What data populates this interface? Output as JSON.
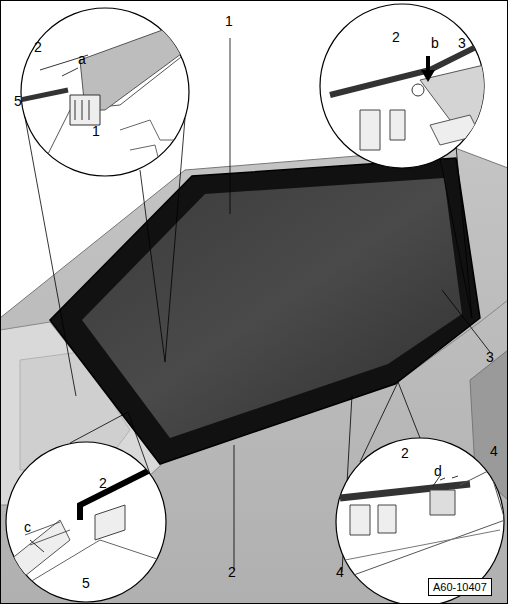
{
  "diagram": {
    "labels": [
      "1",
      "2",
      "a",
      "2",
      "b",
      "3",
      "1",
      "5",
      "3",
      "2",
      "4",
      "2",
      "c",
      "5",
      "2",
      "d",
      "4",
      "A60-10407"
    ]
  }
}
